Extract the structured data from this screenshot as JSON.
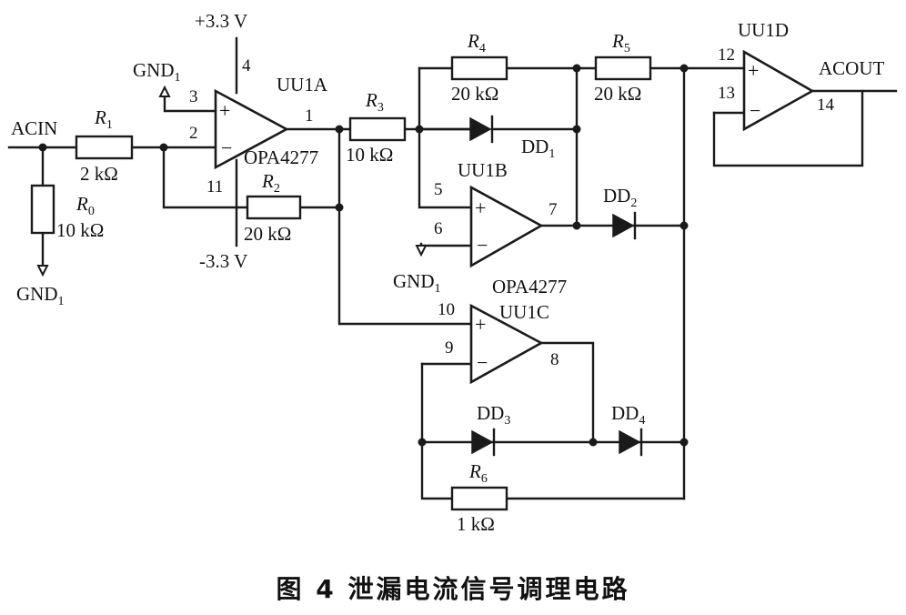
{
  "figure": {
    "caption": "图 4   泄漏电流信号调理电路",
    "title": "泄漏电流信号调理电路"
  },
  "nets": {
    "input": "ACIN",
    "output": "ACOUT",
    "supply_pos": "+3.3 V",
    "supply_neg": "-3.3 V",
    "ground": "GND",
    "ground_sub": "1"
  },
  "resistors": [
    {
      "ref": "R",
      "sub": "1",
      "value": "2 kΩ"
    },
    {
      "ref": "R",
      "sub": "0",
      "value": "10 kΩ"
    },
    {
      "ref": "R",
      "sub": "2",
      "value": "20 kΩ"
    },
    {
      "ref": "R",
      "sub": "3",
      "value": "10 kΩ"
    },
    {
      "ref": "R",
      "sub": "4",
      "value": "20 kΩ"
    },
    {
      "ref": "R",
      "sub": "5",
      "value": "20 kΩ"
    },
    {
      "ref": "R",
      "sub": "6",
      "value": "1 kΩ"
    }
  ],
  "diodes": [
    {
      "ref": "DD",
      "sub": "1"
    },
    {
      "ref": "DD",
      "sub": "2"
    },
    {
      "ref": "DD",
      "sub": "3"
    },
    {
      "ref": "DD",
      "sub": "4"
    }
  ],
  "opamps": [
    {
      "ref": "UU1A",
      "part": "OPA4277",
      "pins": {
        "plus": "3",
        "minus": "2",
        "out": "1",
        "vpos": "4",
        "vneg": "11"
      }
    },
    {
      "ref": "UU1B",
      "pins": {
        "plus": "5",
        "minus": "6",
        "out": "7"
      }
    },
    {
      "ref": "UU1C",
      "part": "OPA4277",
      "pins": {
        "plus": "10",
        "minus": "9",
        "out": "8"
      }
    },
    {
      "ref": "UU1D",
      "pins": {
        "plus": "12",
        "minus": "13",
        "out": "14"
      }
    }
  ],
  "signs": {
    "plus": "+",
    "minus": "−"
  }
}
